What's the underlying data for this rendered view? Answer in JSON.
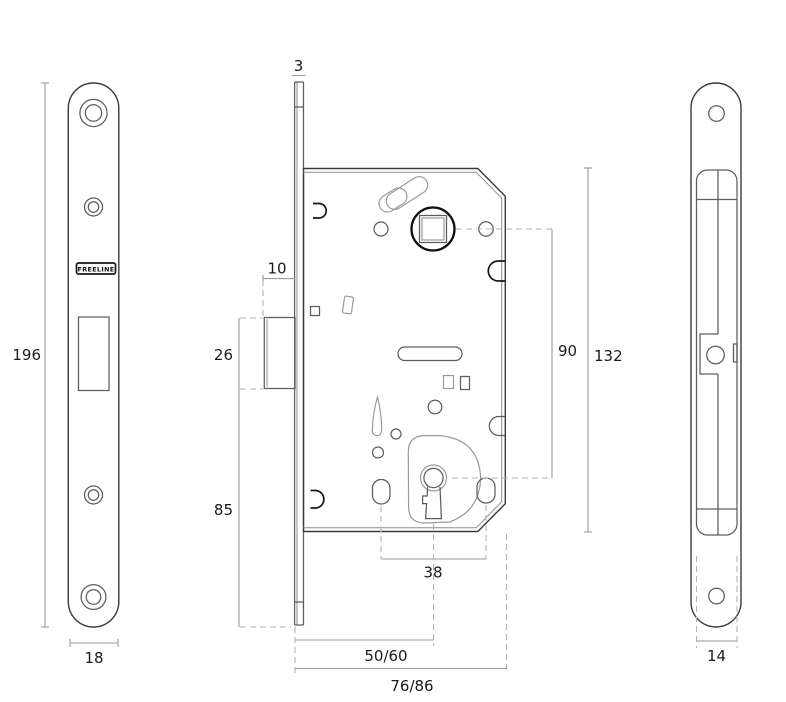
{
  "brand_label": "FREELINE",
  "dimensions": {
    "front_view": {
      "plate_height": "196",
      "plate_width": "18"
    },
    "body_view": {
      "faceplate_thickness": "3",
      "latch_projection": "10",
      "latch_height": "26",
      "lower_plate_length": "85",
      "follower_to_cylinder": "90",
      "case_height": "132",
      "slot_spacing": "38",
      "backset": "50/60",
      "case_depth": "76/86"
    },
    "side_view": {
      "case_thickness": "14"
    }
  },
  "colors": {
    "background": "#ffffff",
    "outline_dark": "#3b3b3b",
    "outline_bold": "#161616",
    "outline_light": "#9b9b9b",
    "dimension_line": "#9a9a9a",
    "label_text": "#1b1b1b"
  }
}
